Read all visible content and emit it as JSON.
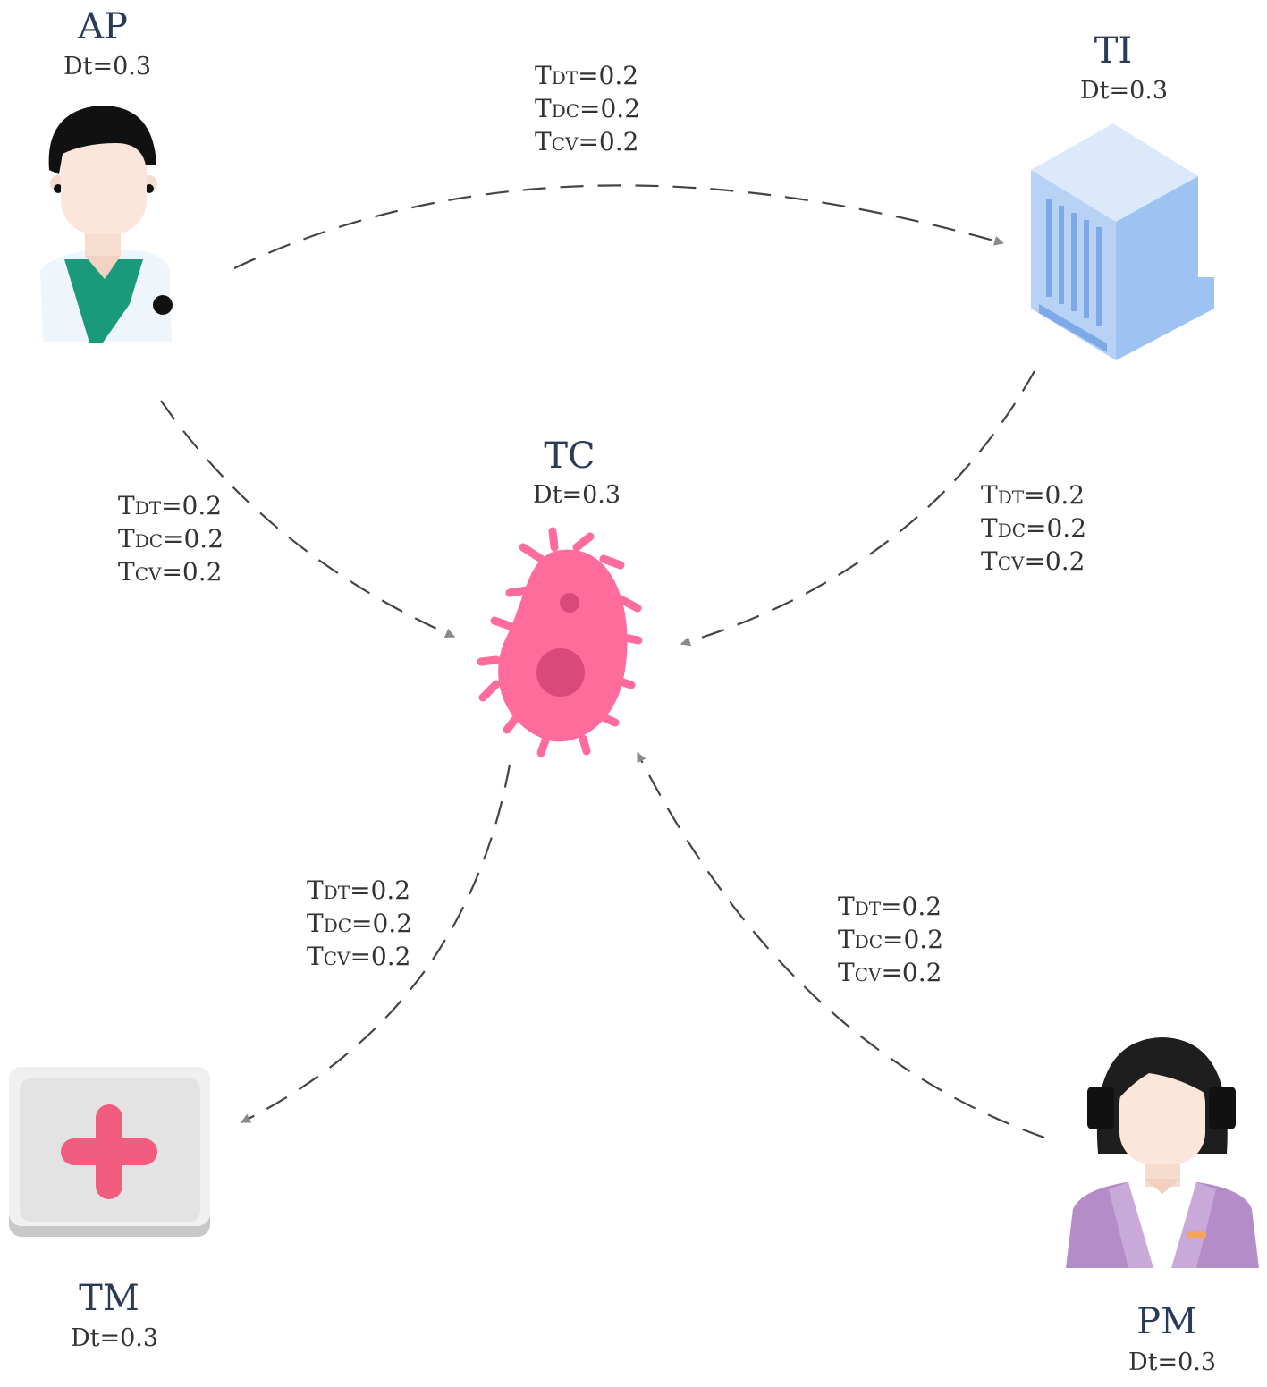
{
  "nodes": {
    "ap": {
      "title": "AP",
      "dt": "Dt=0.3"
    },
    "ti": {
      "title": "TI",
      "dt": "Dt=0.3"
    },
    "tc": {
      "title": "TC",
      "dt": "Dt=0.3"
    },
    "tm": {
      "title": "TM",
      "dt": "Dt=0.3"
    },
    "pm": {
      "title": "PM",
      "dt": "Dt=0.3"
    }
  },
  "edges": {
    "ap_ti": [
      {
        "base": "T",
        "sub": "DT",
        "value": "=0.2"
      },
      {
        "base": "T",
        "sub": "DC",
        "value": "=0.2"
      },
      {
        "base": "T",
        "sub": "CV",
        "value": "=0.2"
      }
    ],
    "ap_tc": [
      {
        "base": "T",
        "sub": "DT",
        "value": "=0.2"
      },
      {
        "base": "T",
        "sub": "DC",
        "value": "=0.2"
      },
      {
        "base": "T",
        "sub": "CV",
        "value": "=0.2"
      }
    ],
    "ti_tc": [
      {
        "base": "T",
        "sub": "DT",
        "value": "=0.2"
      },
      {
        "base": "T",
        "sub": "DC",
        "value": "=0.2"
      },
      {
        "base": "T",
        "sub": "CV",
        "value": "=0.2"
      }
    ],
    "tc_tm": [
      {
        "base": "T",
        "sub": "DT",
        "value": "=0.2"
      },
      {
        "base": "T",
        "sub": "DC",
        "value": "=0.2"
      },
      {
        "base": "T",
        "sub": "CV",
        "value": "=0.2"
      }
    ],
    "pm_tc": [
      {
        "base": "T",
        "sub": "DT",
        "value": "=0.2"
      },
      {
        "base": "T",
        "sub": "DC",
        "value": "=0.2"
      },
      {
        "base": "T",
        "sub": "CV",
        "value": "=0.2"
      }
    ]
  },
  "icons": {
    "ap": "doctor-icon",
    "ti": "building-icon",
    "tc": "bacteria-icon",
    "tm": "first-aid-kit-icon",
    "pm": "operator-headset-icon"
  },
  "colors": {
    "title": "#2a3b59",
    "edge": "#444444",
    "arrowhead": "#8a8a8a",
    "doctor_scrubs": "#1a9a7a",
    "building": "#a8c8f0",
    "bacteria": "#ff6b9a",
    "medkit_cross": "#f25c7e",
    "operator_suit": "#b48cc8"
  }
}
